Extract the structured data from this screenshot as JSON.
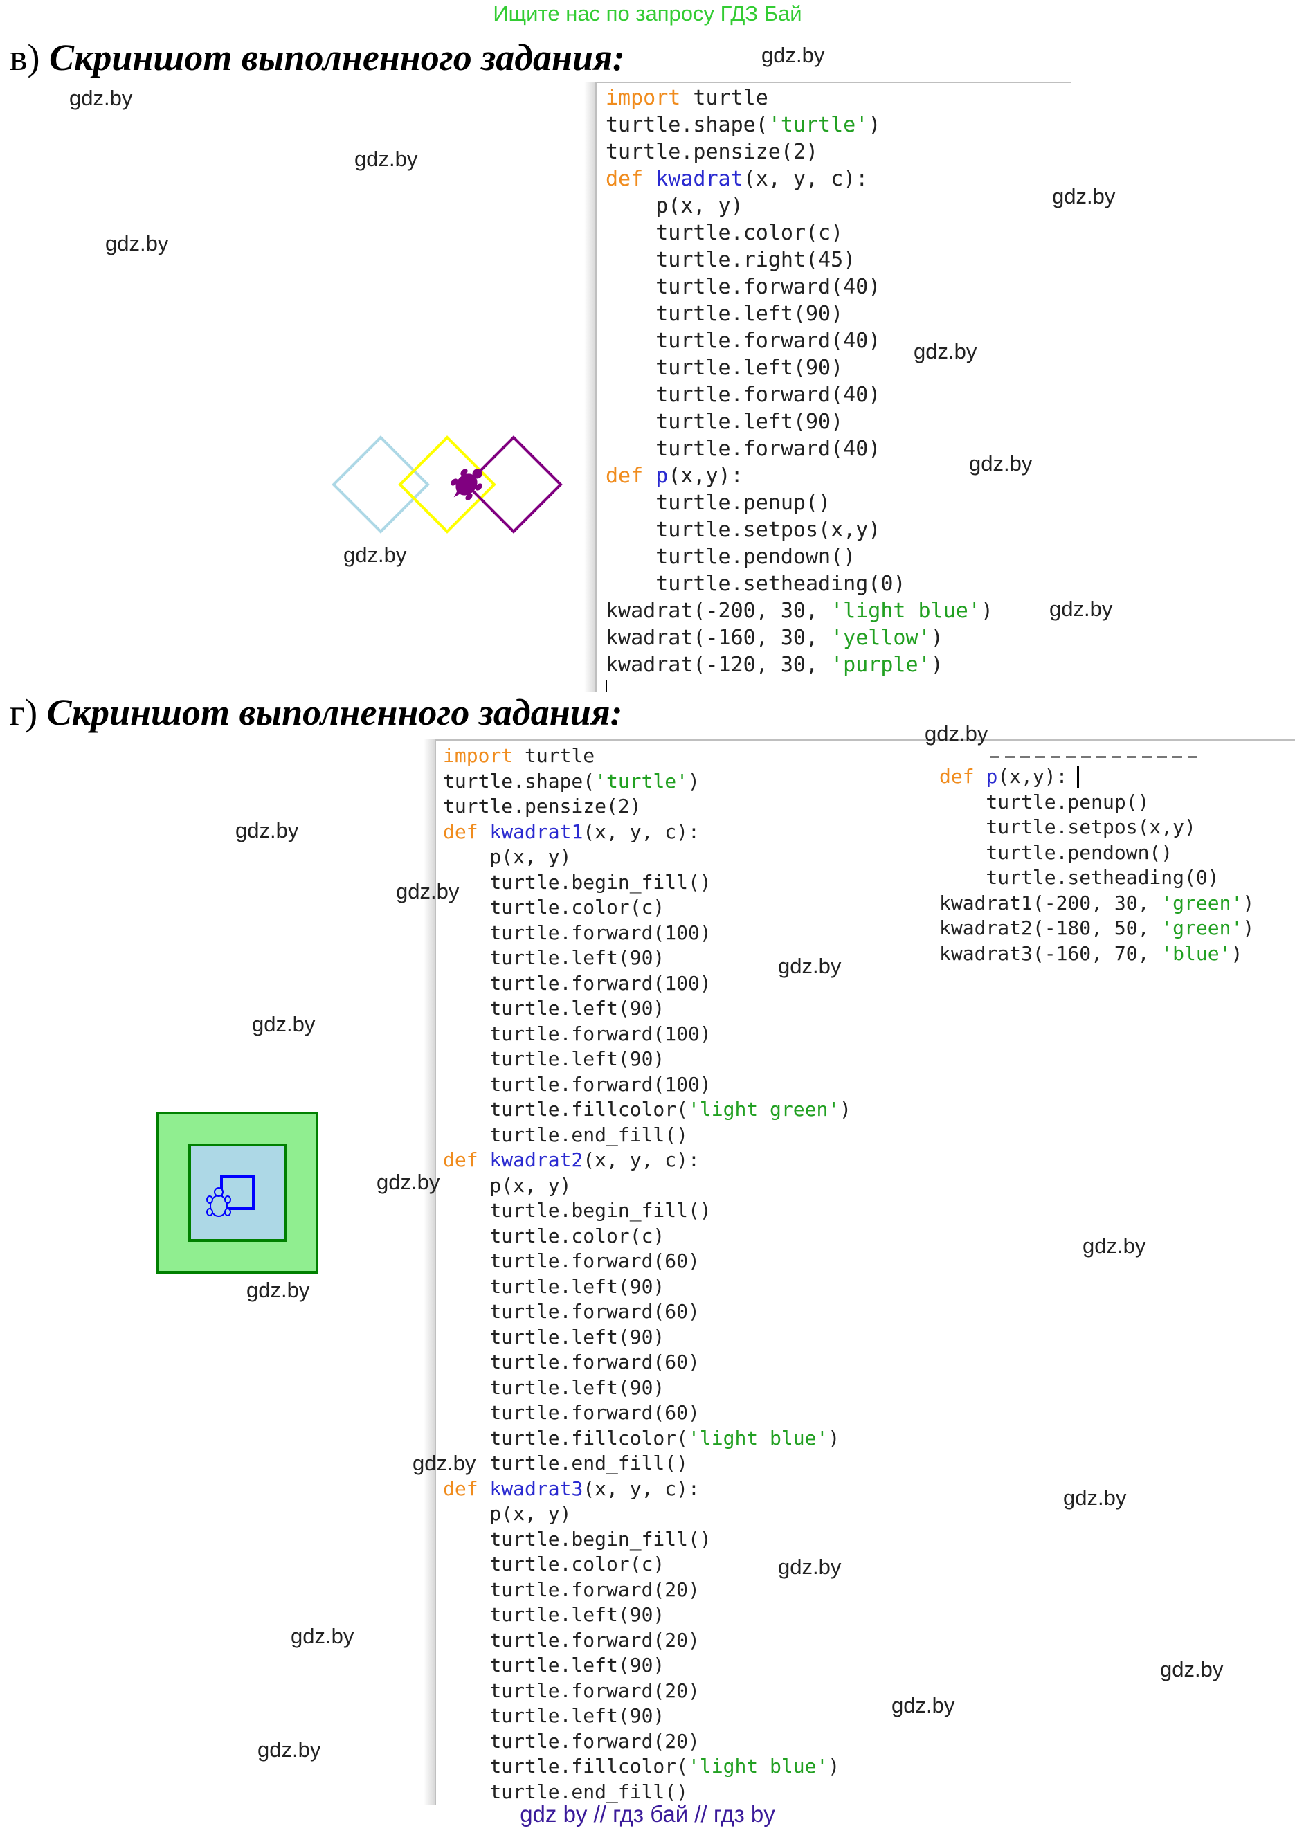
{
  "banner": "Ищите нас по запросу ГДЗ Бай",
  "section_v": {
    "letter": "в)",
    "title": "Скриншот выполненного задания:",
    "code": [
      [
        {
          "t": "import",
          "c": "kw"
        },
        {
          "t": " turtle",
          "c": ""
        }
      ],
      [
        {
          "t": "turtle.shape(",
          "c": ""
        },
        {
          "t": "'turtle'",
          "c": "str"
        },
        {
          "t": ")",
          "c": ""
        }
      ],
      [
        {
          "t": "turtle.pensize(2)",
          "c": ""
        }
      ],
      [
        {
          "t": "def",
          "c": "kw"
        },
        {
          "t": " ",
          "c": ""
        },
        {
          "t": "kwadrat",
          "c": "fn"
        },
        {
          "t": "(x, y, c):",
          "c": ""
        }
      ],
      [
        {
          "t": "    p(x, y)",
          "c": ""
        }
      ],
      [
        {
          "t": "    turtle.color(c)",
          "c": ""
        }
      ],
      [
        {
          "t": "    turtle.right(45)",
          "c": ""
        }
      ],
      [
        {
          "t": "    turtle.forward(40)",
          "c": ""
        }
      ],
      [
        {
          "t": "    turtle.left(90)",
          "c": ""
        }
      ],
      [
        {
          "t": "    turtle.forward(40)",
          "c": ""
        }
      ],
      [
        {
          "t": "    turtle.left(90)",
          "c": ""
        }
      ],
      [
        {
          "t": "    turtle.forward(40)",
          "c": ""
        }
      ],
      [
        {
          "t": "    turtle.left(90)",
          "c": ""
        }
      ],
      [
        {
          "t": "    turtle.forward(40)",
          "c": ""
        }
      ],
      [
        {
          "t": "def",
          "c": "kw"
        },
        {
          "t": " ",
          "c": ""
        },
        {
          "t": "p",
          "c": "fn"
        },
        {
          "t": "(x,y):",
          "c": ""
        }
      ],
      [
        {
          "t": "    turtle.penup()",
          "c": ""
        }
      ],
      [
        {
          "t": "    turtle.setpos(x,y)",
          "c": ""
        }
      ],
      [
        {
          "t": "    turtle.pendown()",
          "c": ""
        }
      ],
      [
        {
          "t": "    turtle.setheading(0)",
          "c": ""
        }
      ],
      [
        {
          "t": "kwadrat(-200, 30, ",
          "c": ""
        },
        {
          "t": "'light blue'",
          "c": "str"
        },
        {
          "t": ")",
          "c": ""
        }
      ],
      [
        {
          "t": "kwadrat(-160, 30, ",
          "c": ""
        },
        {
          "t": "'yellow'",
          "c": "str"
        },
        {
          "t": ")",
          "c": ""
        }
      ],
      [
        {
          "t": "kwadrat(-120, 30, ",
          "c": ""
        },
        {
          "t": "'purple'",
          "c": "str"
        },
        {
          "t": ")",
          "c": ""
        }
      ]
    ]
  },
  "section_g": {
    "letter": "г)",
    "title": "Скриншот выполненного задания:",
    "code_left": [
      [
        {
          "t": "import",
          "c": "kw"
        },
        {
          "t": " turtle",
          "c": ""
        }
      ],
      [
        {
          "t": "turtle.shape(",
          "c": ""
        },
        {
          "t": "'turtle'",
          "c": "str"
        },
        {
          "t": ")",
          "c": ""
        }
      ],
      [
        {
          "t": "turtle.pensize(2)",
          "c": ""
        }
      ],
      [
        {
          "t": "def",
          "c": "kw"
        },
        {
          "t": " ",
          "c": ""
        },
        {
          "t": "kwadrat1",
          "c": "fn"
        },
        {
          "t": "(x, y, c):",
          "c": ""
        }
      ],
      [
        {
          "t": "    p(x, y)",
          "c": ""
        }
      ],
      [
        {
          "t": "    turtle.begin_fill()",
          "c": ""
        }
      ],
      [
        {
          "t": "    turtle.color(c)",
          "c": ""
        }
      ],
      [
        {
          "t": "    turtle.forward(100)",
          "c": ""
        }
      ],
      [
        {
          "t": "    turtle.left(90)",
          "c": ""
        }
      ],
      [
        {
          "t": "    turtle.forward(100)",
          "c": ""
        }
      ],
      [
        {
          "t": "    turtle.left(90)",
          "c": ""
        }
      ],
      [
        {
          "t": "    turtle.forward(100)",
          "c": ""
        }
      ],
      [
        {
          "t": "    turtle.left(90)",
          "c": ""
        }
      ],
      [
        {
          "t": "    turtle.forward(100)",
          "c": ""
        }
      ],
      [
        {
          "t": "    turtle.fillcolor(",
          "c": ""
        },
        {
          "t": "'light green'",
          "c": "str"
        },
        {
          "t": ")",
          "c": ""
        }
      ],
      [
        {
          "t": "    turtle.end_fill()",
          "c": ""
        }
      ],
      [
        {
          "t": "def",
          "c": "kw"
        },
        {
          "t": " ",
          "c": ""
        },
        {
          "t": "kwadrat2",
          "c": "fn"
        },
        {
          "t": "(x, y, c):",
          "c": ""
        }
      ],
      [
        {
          "t": "    p(x, y)",
          "c": ""
        }
      ],
      [
        {
          "t": "    turtle.begin_fill()",
          "c": ""
        }
      ],
      [
        {
          "t": "    turtle.color(c)",
          "c": ""
        }
      ],
      [
        {
          "t": "    turtle.forward(60)",
          "c": ""
        }
      ],
      [
        {
          "t": "    turtle.left(90)",
          "c": ""
        }
      ],
      [
        {
          "t": "    turtle.forward(60)",
          "c": ""
        }
      ],
      [
        {
          "t": "    turtle.left(90)",
          "c": ""
        }
      ],
      [
        {
          "t": "    turtle.forward(60)",
          "c": ""
        }
      ],
      [
        {
          "t": "    turtle.left(90)",
          "c": ""
        }
      ],
      [
        {
          "t": "    turtle.forward(60)",
          "c": ""
        }
      ],
      [
        {
          "t": "    turtle.fillcolor(",
          "c": ""
        },
        {
          "t": "'light blue'",
          "c": "str"
        },
        {
          "t": ")",
          "c": ""
        }
      ],
      [
        {
          "t": "    turtle.end_fill()",
          "c": ""
        }
      ],
      [
        {
          "t": "def",
          "c": "kw"
        },
        {
          "t": " ",
          "c": ""
        },
        {
          "t": "kwadrat3",
          "c": "fn"
        },
        {
          "t": "(x, y, c):",
          "c": ""
        }
      ],
      [
        {
          "t": "    p(x, y)",
          "c": ""
        }
      ],
      [
        {
          "t": "    turtle.begin_fill()",
          "c": ""
        }
      ],
      [
        {
          "t": "    turtle.color(c)",
          "c": ""
        }
      ],
      [
        {
          "t": "    turtle.forward(20)",
          "c": ""
        }
      ],
      [
        {
          "t": "    turtle.left(90)",
          "c": ""
        }
      ],
      [
        {
          "t": "    turtle.forward(20)",
          "c": ""
        }
      ],
      [
        {
          "t": "    turtle.left(90)",
          "c": ""
        }
      ],
      [
        {
          "t": "    turtle.forward(20)",
          "c": ""
        }
      ],
      [
        {
          "t": "    turtle.left(90)",
          "c": ""
        }
      ],
      [
        {
          "t": "    turtle.forward(20)",
          "c": ""
        }
      ],
      [
        {
          "t": "    turtle.fillcolor(",
          "c": ""
        },
        {
          "t": "'light blue'",
          "c": "str"
        },
        {
          "t": ")",
          "c": ""
        }
      ],
      [
        {
          "t": "    turtle.end_fill()",
          "c": ""
        }
      ]
    ],
    "code_right": [
      [
        {
          "t": "def",
          "c": "kw"
        },
        {
          "t": " ",
          "c": ""
        },
        {
          "t": "p",
          "c": "fn"
        },
        {
          "t": "(x,y):",
          "c": ""
        }
      ],
      [
        {
          "t": "    turtle.penup()",
          "c": ""
        }
      ],
      [
        {
          "t": "    turtle.setpos(x,y)",
          "c": ""
        }
      ],
      [
        {
          "t": "    turtle.pendown()",
          "c": ""
        }
      ],
      [
        {
          "t": "    turtle.setheading(0)",
          "c": ""
        }
      ],
      [
        {
          "t": "kwadrat1(-200, 30, ",
          "c": ""
        },
        {
          "t": "'green'",
          "c": "str"
        },
        {
          "t": ")",
          "c": ""
        }
      ],
      [
        {
          "t": "kwadrat2(-180, 50, ",
          "c": ""
        },
        {
          "t": "'green'",
          "c": "str"
        },
        {
          "t": ")",
          "c": ""
        }
      ],
      [
        {
          "t": "kwadrat3(-160, 70, ",
          "c": ""
        },
        {
          "t": "'blue'",
          "c": "str"
        },
        {
          "t": ")",
          "c": ""
        }
      ]
    ]
  },
  "watermark": "gdz.by",
  "bottom_links": "gdz by  //  гдз бай  //  гдз by",
  "colors": {
    "banner": "#33cc33",
    "keyword": "#f08c1e",
    "function": "#2a2ad0",
    "string": "#22a022",
    "light_blue": "#add8e6",
    "yellow": "#ffff00",
    "purple": "#800080",
    "light_green": "#90ee90",
    "green": "#008000",
    "blue": "#0000ff"
  }
}
